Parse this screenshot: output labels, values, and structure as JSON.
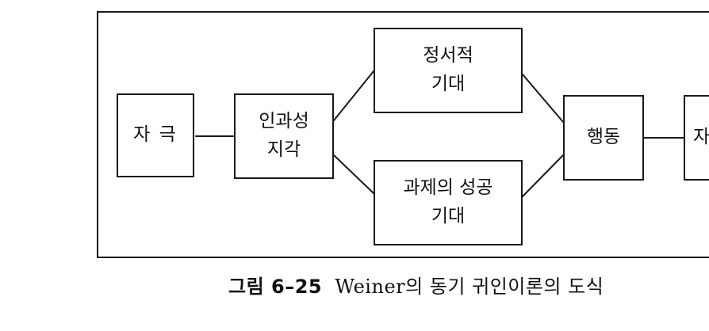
{
  "diagram": {
    "nodes": {
      "stimulus": "자 극",
      "causal_perception": [
        "인과성",
        "지각"
      ],
      "emotional_expectation": [
        "정서적",
        "기대"
      ],
      "task_success_expectation": [
        "과제의 성공",
        "기대"
      ],
      "behavior": "행동",
      "next_partial": "자"
    }
  },
  "caption": {
    "label": "그림 6–25",
    "text": "Weiner의 동기 귀인이론의 도식"
  }
}
